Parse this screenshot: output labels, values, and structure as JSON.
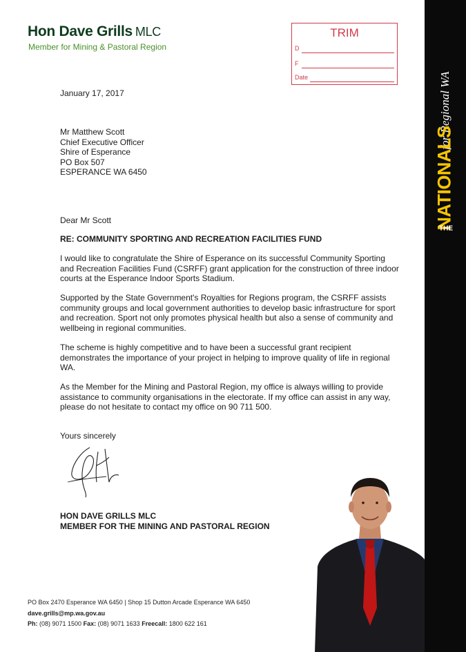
{
  "letterhead": {
    "name": "Hon Dave Grills",
    "postnominal": "MLC",
    "subtitle": "Member for Mining & Pastoral Region"
  },
  "stamp": {
    "title": "TRIM",
    "row_d": "D",
    "row_f": "F",
    "row_date": "Date"
  },
  "band": {
    "tagline": "for Regional WA",
    "brand": "NATIONALS",
    "the": "THE",
    "colors": {
      "background": "#0a0a0a",
      "brand": "#f5c400"
    }
  },
  "letter": {
    "date": "January 17, 2017",
    "recipient": [
      "Mr Matthew Scott",
      "Chief Executive Officer",
      "Shire of Esperance",
      "PO Box 507",
      "ESPERANCE WA 6450"
    ],
    "salutation": "Dear Mr Scott",
    "subject": "RE: COMMUNITY SPORTING AND RECREATION FACILITIES FUND",
    "paragraphs": [
      [
        "I would like to congratulate the Shire of Esperance on its successful Community Sporting",
        "and Recreation Facilities Fund (CSRFF) grant application for the construction of three indoor",
        "courts at the Esperance Indoor Sports Stadium."
      ],
      [
        "Supported by the State Government's Royalties for Regions program, the CSRFF assists",
        "community groups and local government authorities to develop basic infrastructure for sport",
        "and recreation. Sport not only promotes physical health but also a sense of community and",
        "wellbeing in regional communities."
      ],
      [
        "The scheme is highly competitive and to have been a successful grant recipient",
        "demonstrates the importance of your project in helping to improve quality of life in regional",
        "WA."
      ],
      [
        "As the Member for the Mining and Pastoral Region, my office is always willing to provide",
        "assistance to community organisations in the electorate. If my office can assist in any way,",
        "please do not hesitate to contact my office on 90 711 500."
      ]
    ],
    "closing": "Yours sincerely",
    "signatory_name": "HON DAVE GRILLS MLC",
    "signatory_title": "MEMBER FOR THE MINING AND PASTORAL REGION"
  },
  "footer": {
    "address": "PO Box 2470 Esperance WA 6450 | Shop 15 Dutton Arcade Esperance WA 6450",
    "email": "dave.grills@mp.wa.gov.au",
    "ph_label": "Ph:",
    "ph": "(08) 9071 1500",
    "fax_label": "Fax:",
    "fax": "(08) 9071 1633",
    "freecall_label": "Freecall:",
    "freecall": "1800 622 161"
  },
  "colors": {
    "letterhead_name": "#0e3b1e",
    "letterhead_sub": "#4a8f2a",
    "stamp": "#d23a4a"
  },
  "images": {
    "signature": "handwritten-signature",
    "photo": "portrait-photo"
  }
}
